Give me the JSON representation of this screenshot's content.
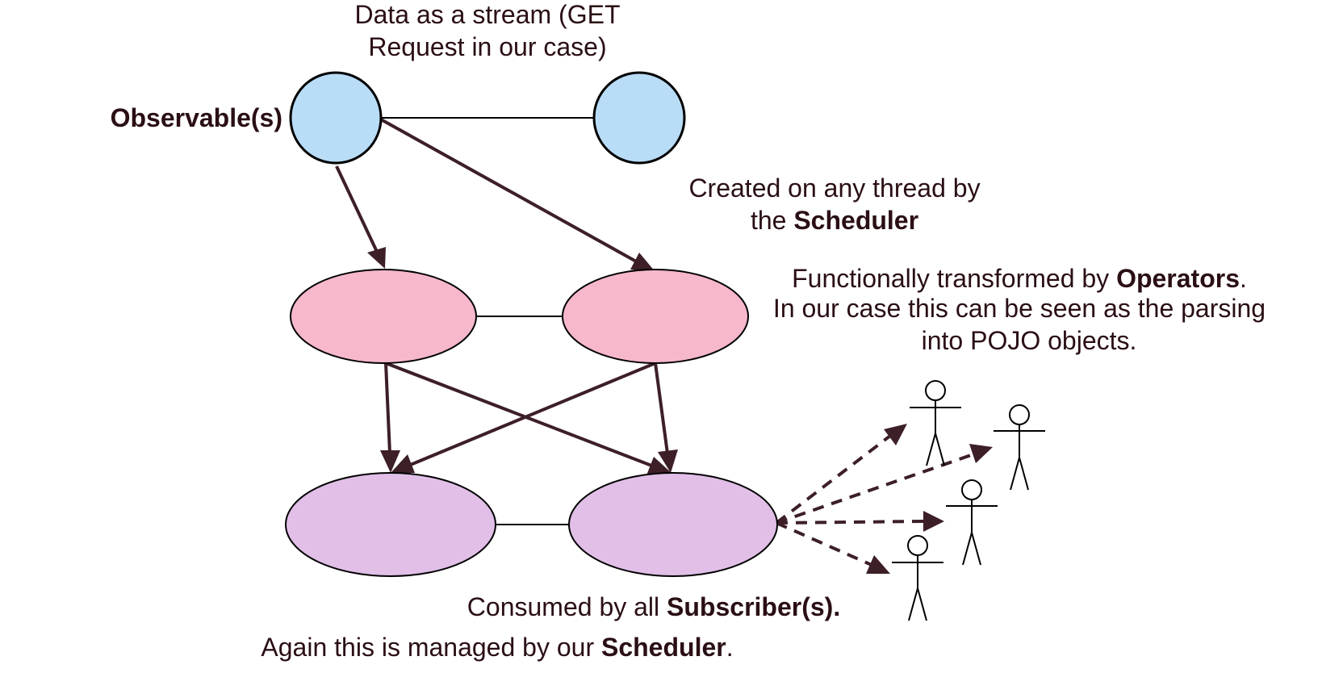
{
  "labels": {
    "data_stream": [
      "Data as a stream (GET",
      "Request in our case)"
    ],
    "observable": "Observable(s)",
    "created_line1": "Created on any thread by",
    "created_line2_pre": "the ",
    "created_line2_bold": "Scheduler",
    "functional_line1_pre": "Functionally transformed by ",
    "functional_line1_bold": "Operators",
    "functional_line1_post": ".",
    "functional_line2": "In our case this can be seen as the parsing",
    "functional_line3": "into POJO objects.",
    "consumed_pre": "Consumed by all ",
    "consumed_bold": "Subscriber(s).",
    "again_pre": "Again this is managed by our ",
    "again_bold": "Scheduler",
    "again_post": "."
  },
  "colors": {
    "observable_fill": "#b9dcf7",
    "operator_fill": "#f7b8cc",
    "subscriber_fill": "#e1bfe7",
    "arrow": "#3d1f27",
    "stroke": "#000000",
    "text": "#2a0f14"
  }
}
